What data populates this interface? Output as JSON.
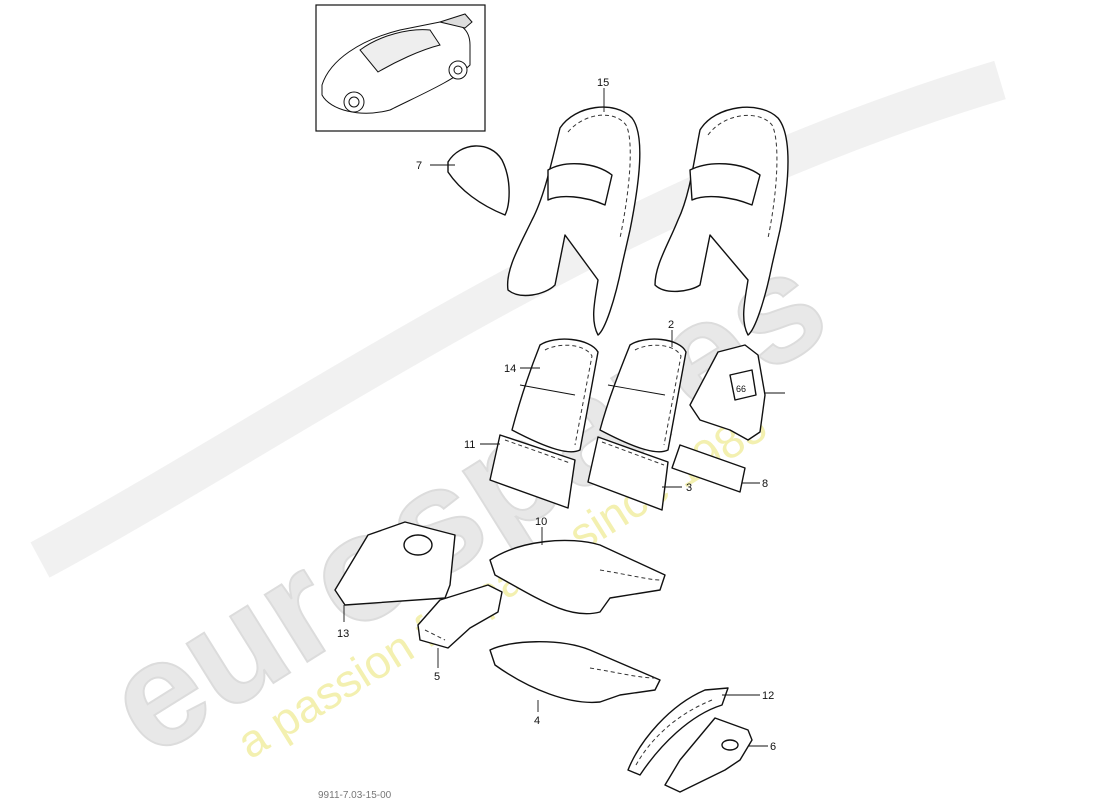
{
  "watermark": {
    "brand": "eurospares",
    "tagline": "a passion for parts since 1985"
  },
  "footer_code": "9911-7.03-15-00",
  "callouts": [
    {
      "id": "p15",
      "number": "15"
    },
    {
      "id": "p7",
      "number": "7"
    },
    {
      "id": "p2",
      "number": "2"
    },
    {
      "id": "p14",
      "number": "14"
    },
    {
      "id": "p11",
      "number": "11"
    },
    {
      "id": "p3",
      "number": "3"
    },
    {
      "id": "p8",
      "number": "8"
    },
    {
      "id": "p10",
      "number": "10"
    },
    {
      "id": "p13",
      "number": "13"
    },
    {
      "id": "p5",
      "number": "5"
    },
    {
      "id": "p4",
      "number": "4"
    },
    {
      "id": "p12",
      "number": "12"
    },
    {
      "id": "p6",
      "number": "6"
    }
  ]
}
